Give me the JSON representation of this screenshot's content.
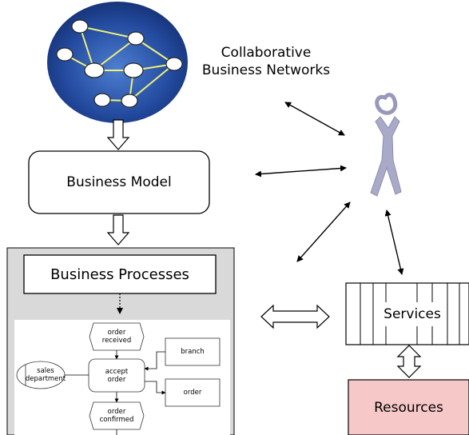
{
  "network": {
    "caption": "Collaborative\nBusiness Networks"
  },
  "business_model": {
    "label": "Business Model"
  },
  "business_processes": {
    "title": "Business Processes",
    "flow": {
      "order_received": "order\nreceived",
      "accept_order": "accept\norder",
      "order_confirmed": "order\nconfirmed",
      "sales_department": "sales\ndepartment",
      "branch": "branch",
      "order": "order"
    }
  },
  "services": {
    "label": "Services"
  },
  "resources": {
    "label": "Resources"
  },
  "colors": {
    "globe_dark": "#1a3a8a",
    "globe_light": "#4d7fd0",
    "network_lines": "#f0f07a",
    "process_panel": "#d9d9d9",
    "resources_fill": "#f7c8c8",
    "person": "#a9a9c8"
  }
}
